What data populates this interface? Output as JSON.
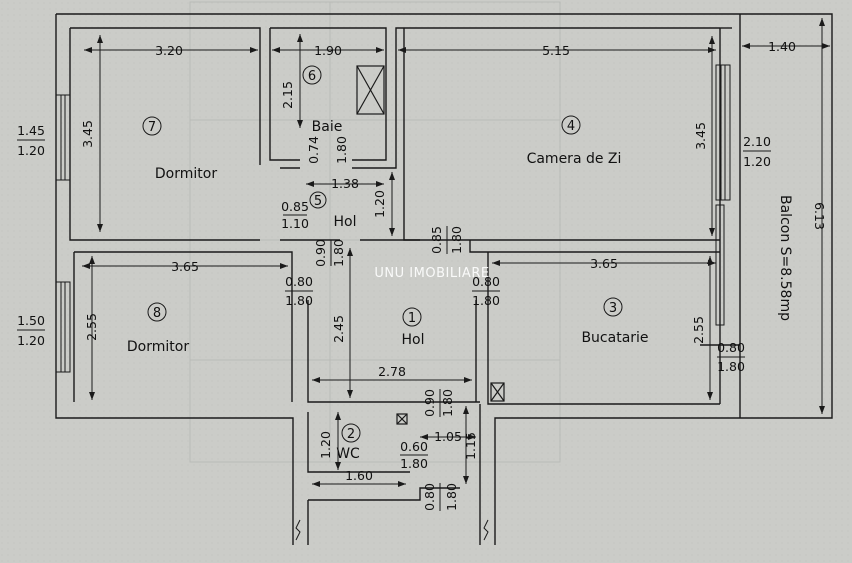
{
  "rooms": [
    {
      "id": "1",
      "name": "Hol"
    },
    {
      "id": "2",
      "name": "WC"
    },
    {
      "id": "3",
      "name": "Bucatarie"
    },
    {
      "id": "4",
      "name": "Camera de Zi"
    },
    {
      "id": "5",
      "name": "Hol"
    },
    {
      "id": "6",
      "name": "Baie"
    },
    {
      "id": "7",
      "name": "Dormitor"
    },
    {
      "id": "8",
      "name": "Dormitor"
    }
  ],
  "balcony_label": "Balcon S=8.58mp",
  "dimensions": {
    "d_320": "3.20",
    "d_190": "1.90",
    "d_515": "5.15",
    "d_140": "1.40",
    "d_345_left": "3.45",
    "d_215": "2.15",
    "d_345_right": "3.45",
    "d_613": "6.13",
    "d_074": "0.74",
    "d_180_baie": "1.80",
    "d_138": "1.38",
    "d_120_hol": "1.20",
    "d_365_left": "3.65",
    "d_365_right": "3.65",
    "d_255_left": "2.55",
    "d_255_right": "2.55",
    "d_245": "2.45",
    "d_278": "2.78",
    "d_120_wc": "1.20",
    "d_160": "1.60",
    "d_105": "1.05",
    "d_115": "1.15"
  },
  "openings": {
    "w_145": {
      "top": "1.45",
      "bottom": "1.20"
    },
    "w_150": {
      "top": "1.50",
      "bottom": "1.20"
    },
    "w_210": {
      "top": "2.10",
      "bottom": "1.20"
    },
    "d_085_110": {
      "top": "0.85",
      "bottom": "1.10"
    },
    "d_080_180_a": {
      "top": "0.80",
      "bottom": "1.80"
    },
    "d_080_180_b": {
      "top": "0.80",
      "bottom": "1.80"
    },
    "d_080_180_c": {
      "top": "0.80",
      "bottom": "1.80"
    },
    "d_060_180": {
      "top": "0.60",
      "bottom": "1.80"
    },
    "v_090_180_a": {
      "top": "0.90",
      "bottom": "1.80"
    },
    "v_085_180": {
      "top": "0.85",
      "bottom": "1.80"
    },
    "v_090_180_b": {
      "top": "0.90",
      "bottom": "1.80"
    },
    "v_080_180": {
      "top": "0.80",
      "bottom": "1.80"
    }
  },
  "watermark": "UNU IMOBILIARE"
}
